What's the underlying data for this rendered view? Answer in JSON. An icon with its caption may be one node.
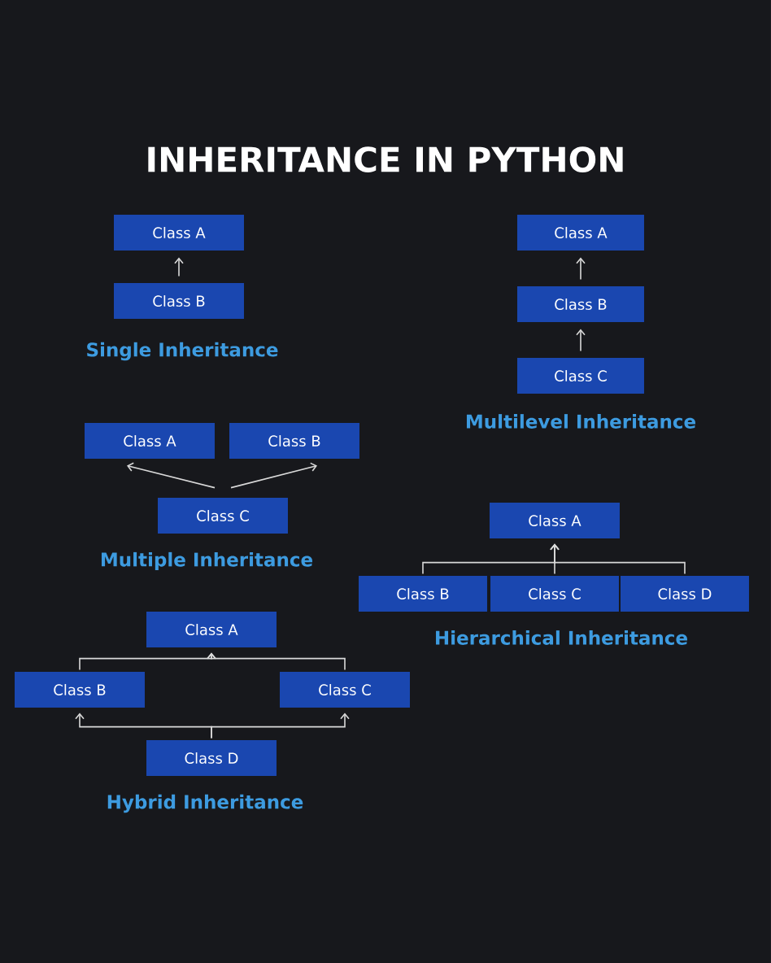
{
  "diagram": {
    "title": "INHERITANCE IN PYTHON",
    "nodes": [
      {
        "text": [
          "Class A"
        ]
      },
      {
        "text": [
          "Class B"
        ]
      },
      {
        "text": [
          "Class A"
        ]
      },
      {
        "text": [
          "Class B"
        ]
      },
      {
        "text": [
          "Class C"
        ]
      },
      {
        "text": [
          "Class A"
        ]
      },
      {
        "text": [
          "Class B"
        ]
      },
      {
        "text": [
          "Class C"
        ]
      },
      {
        "text": [
          "Class A"
        ]
      },
      {
        "text": [
          "Class B"
        ]
      },
      {
        "text": [
          "Class C"
        ]
      },
      {
        "text": [
          "Class D"
        ]
      },
      {
        "text": [
          "Class A"
        ]
      },
      {
        "text": [
          "Class B"
        ]
      },
      {
        "text": [
          "Class C"
        ]
      },
      {
        "text": [
          "Class D"
        ]
      }
    ],
    "edges": [
      {
        "from": 1,
        "to": 0,
        "arrow": "to"
      },
      {
        "from": 3,
        "to": 2,
        "arrow": "to"
      },
      {
        "from": 4,
        "to": 3,
        "arrow": "to"
      },
      {
        "from": 7,
        "to": 5,
        "arrow": "to"
      },
      {
        "from": 7,
        "to": 6,
        "arrow": "to"
      },
      {
        "from": 9,
        "to": 8,
        "arrow": "to"
      },
      {
        "from": 10,
        "to": 8,
        "arrow": "to"
      },
      {
        "from": 11,
        "to": 8,
        "arrow": "to"
      },
      {
        "from": 13,
        "to": 12,
        "arrow": "to"
      },
      {
        "from": 14,
        "to": 12,
        "arrow": "to"
      },
      {
        "from": 15,
        "to": 13,
        "arrow": "to"
      },
      {
        "from": 15,
        "to": 14,
        "arrow": "to"
      }
    ],
    "labels": [
      "Single Inheritance",
      "Multilevel Inheritance",
      "Multiple Inheritance",
      "Hierarchical Inheritance",
      "Hybrid Inheritance"
    ]
  }
}
